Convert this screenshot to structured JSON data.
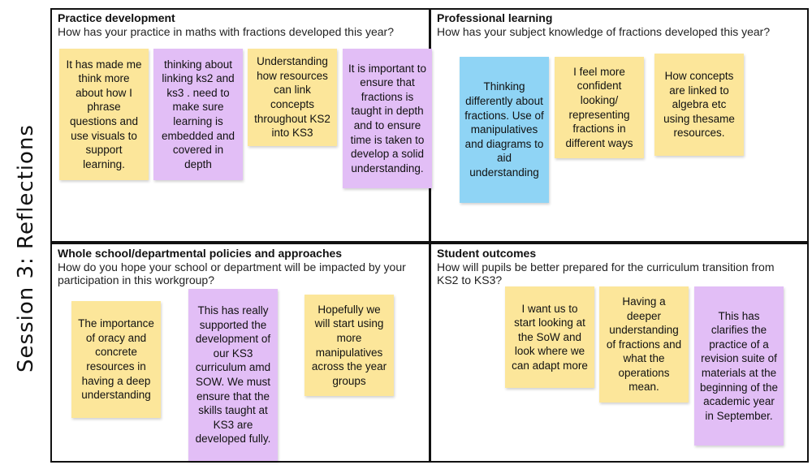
{
  "side_title": "Session 3: Reflections",
  "quadrants": {
    "practice": {
      "title": "Practice development",
      "question": "How has your practice in maths with fractions developed this year?",
      "notes": [
        {
          "text": "It has made me think more about how I phrase questions and use visuals to support learning.",
          "color": "#fce69a"
        },
        {
          "text": "thinking about linking ks2 and ks3 . need to make sure learning is embedded and covered in depth",
          "color": "#e2bef6"
        },
        {
          "text": "Understanding how resources can link concepts throughout KS2 into KS3",
          "color": "#fce69a"
        },
        {
          "text": "It is important to ensure that fractions is taught in depth and to ensure time is taken to develop a solid understanding.",
          "color": "#e2bef6"
        }
      ]
    },
    "professional": {
      "title": "Professional learning",
      "question": "How has your subject knowledge of fractions developed this year?",
      "notes": [
        {
          "text": "Thinking differently about fractions.  Use of manipulatives and diagrams to aid understanding",
          "color": "#8fd4f5"
        },
        {
          "text": "I feel more confident looking/ representing fractions in different ways",
          "color": "#fce69a"
        },
        {
          "text": "How concepts are linked to algebra etc using thesame resources.",
          "color": "#fce69a"
        }
      ]
    },
    "policies": {
      "title": "Whole school/departmental policies and approaches",
      "question": "How do you hope your school or department will be impacted by your participation in this workgroup?",
      "notes": [
        {
          "text": "The importance of oracy and concrete resources in having a deep understanding",
          "color": "#fce69a"
        },
        {
          "text": "This has really supported the development of our KS3 curriculum amd SOW. We must ensure that the skills taught at KS3 are developed fully.",
          "color": "#e2bef6"
        },
        {
          "text": "Hopefully we will start using more manipulatives across the year groups",
          "color": "#fce69a"
        }
      ]
    },
    "outcomes": {
      "title": "Student outcomes",
      "question": "How will pupils be better prepared for the curriculum transition from KS2 to KS3?",
      "notes": [
        {
          "text": "I want us to start looking at the SoW and look where we can adapt more",
          "color": "#fce69a"
        },
        {
          "text": "Having a deeper understanding of fractions and what the operations mean.",
          "color": "#fce69a"
        },
        {
          "text": "This has clarifies the practice of a revision suite of materials at the beginning of the academic year in September.",
          "color": "#e2bef6"
        }
      ]
    }
  }
}
